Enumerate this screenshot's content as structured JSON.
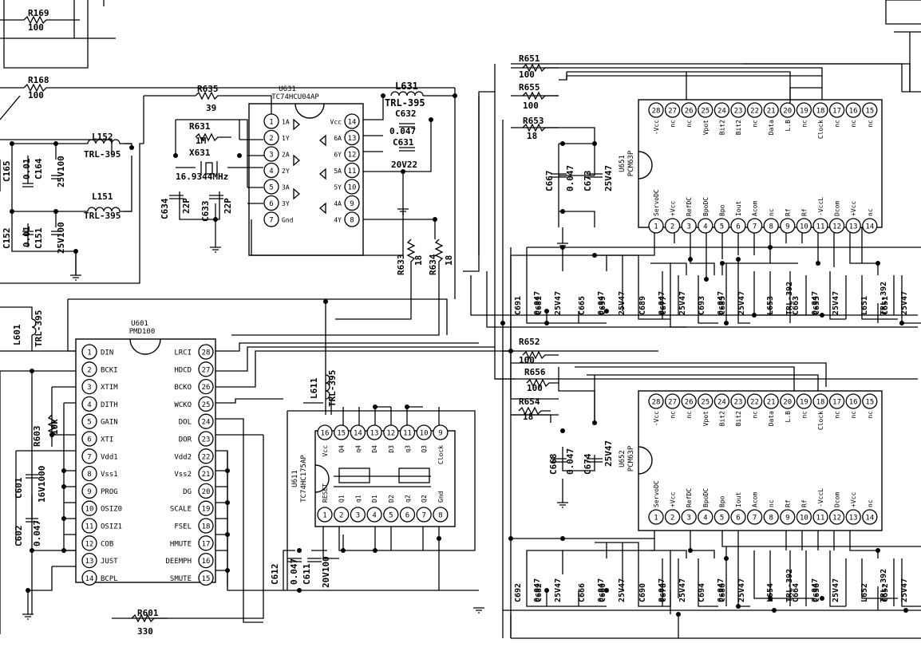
{
  "ic": {
    "u601": {
      "ref": "U601",
      "part": "PMD100",
      "left": [
        "DIN",
        "BCKI",
        "XTIM",
        "DITH",
        "GAIN",
        "XTI",
        "Vdd1",
        "Vss1",
        "PROG",
        "OSIZ0",
        "OSIZ1",
        "COB",
        "JUST",
        "BCPL"
      ],
      "right": [
        "LRCI",
        "HDCD",
        "BCKO",
        "WCKO",
        "DOL",
        "DOR",
        "Vdd2",
        "Vss2",
        "DG",
        "SCALE",
        "FSEL",
        "HMUTE",
        "DEEMPH",
        "SMUTE"
      ],
      "left_nums": [
        "1",
        "2",
        "3",
        "4",
        "5",
        "6",
        "7",
        "8",
        "9",
        "10",
        "11",
        "12",
        "13",
        "14"
      ],
      "right_nums": [
        "28",
        "27",
        "26",
        "25",
        "24",
        "23",
        "22",
        "21",
        "20",
        "19",
        "18",
        "17",
        "16",
        "15"
      ]
    },
    "u631": {
      "ref": "U631",
      "part": "TC74HCU04AP",
      "left": [
        "1A",
        "1Y",
        "2A",
        "2Y",
        "3A",
        "3Y",
        "Gnd"
      ],
      "right": [
        "Vcc",
        "6A",
        "6Y",
        "5A",
        "5Y",
        "4A",
        "4Y"
      ],
      "left_nums": [
        "1",
        "2",
        "3",
        "4",
        "5",
        "6",
        "7"
      ],
      "right_nums": [
        "14",
        "13",
        "12",
        "11",
        "10",
        "9",
        "8"
      ]
    },
    "u611": {
      "ref": "U611",
      "part": "TC74HC175AP",
      "top_nums": [
        "16",
        "15",
        "14",
        "13",
        "12",
        "11",
        "10",
        "9"
      ],
      "bot_nums": [
        "1",
        "2",
        "3",
        "4",
        "5",
        "6",
        "7",
        "8"
      ],
      "top_labels": [
        "Vcc",
        "Q4",
        "q4",
        "D4",
        "D3",
        "q3",
        "Q3",
        "Clock"
      ],
      "bot_labels": [
        "RESET",
        "Q1",
        "q1",
        "D1",
        "D2",
        "q2",
        "Q2",
        "Gnd"
      ]
    },
    "u651": {
      "ref": "U651",
      "part": "PCM63P",
      "top_nums": [
        "28",
        "27",
        "26",
        "25",
        "24",
        "23",
        "22",
        "21",
        "20",
        "19",
        "18",
        "17",
        "16",
        "15"
      ],
      "top_labels": [
        "-Vcc",
        "nc",
        "nc",
        "Vpot",
        "Bit2",
        "Bit2",
        "nc",
        "Data",
        "L.B",
        "nc",
        "Clock",
        "nc",
        "nc",
        "nc"
      ],
      "bot_nums": [
        "1",
        "2",
        "3",
        "4",
        "5",
        "6",
        "7",
        "8",
        "9",
        "10",
        "11",
        "12",
        "13",
        "14"
      ],
      "bot_labels": [
        "ServoDC",
        "+Vcc",
        "RefDC",
        "BpoDC",
        "Bpo",
        "Iout",
        "Acom",
        "nc",
        "Rf",
        "Rf",
        "-VccL",
        "Dcom",
        "+Vcc",
        "nc"
      ]
    },
    "u652": {
      "ref": "U652",
      "part": "PCM63P"
    }
  },
  "components": {
    "r169": {
      "ref": "R169",
      "val": "100"
    },
    "r168": {
      "ref": "R168",
      "val": "100"
    },
    "l152": {
      "ref": "L152",
      "val": "TRL-395"
    },
    "l151": {
      "ref": "L151",
      "val": "TRL-395"
    },
    "c165": {
      "ref": "C165",
      "val": "0.01"
    },
    "c164": {
      "ref": "C164",
      "val": "25V100"
    },
    "c152": {
      "ref": "C152",
      "val": "0.01"
    },
    "c151": {
      "ref": "C151",
      "val": "25V100"
    },
    "r635": {
      "ref": "R635",
      "val": "39"
    },
    "r631": {
      "ref": "R631",
      "val": "1M"
    },
    "x631": {
      "ref": "X631",
      "val": "16.9344MHz"
    },
    "c634": {
      "ref": "C634",
      "val": "22P"
    },
    "c633": {
      "ref": "C633",
      "val": "22P"
    },
    "l631": {
      "ref": "L631",
      "val": "TRL-395"
    },
    "c632": {
      "ref": "C632",
      "val": "0.047"
    },
    "c631": {
      "ref": "C631",
      "val": "20V22"
    },
    "r633": {
      "ref": "R633",
      "val": "18"
    },
    "r634": {
      "ref": "R634",
      "val": "18"
    },
    "r651": {
      "ref": "R651",
      "val": "100"
    },
    "r655": {
      "ref": "R655",
      "val": "100"
    },
    "r653": {
      "ref": "R653",
      "val": "18"
    },
    "c667": {
      "ref": "C667",
      "val": "0.047"
    },
    "c673": {
      "ref": "C673",
      "val": "25V47"
    },
    "r652": {
      "ref": "R652",
      "val": "100"
    },
    "r656": {
      "ref": "R656",
      "val": "100"
    },
    "r654": {
      "ref": "R654",
      "val": "18"
    },
    "c668": {
      "ref": "C668",
      "val": "0.047"
    },
    "c674": {
      "ref": "C674",
      "val": "25V47"
    },
    "l601": {
      "ref": "L601",
      "val": "TRL-395"
    },
    "l611": {
      "ref": "L611",
      "val": "TRL-395"
    },
    "r603": {
      "ref": "R603",
      "val": "10k"
    },
    "c601": {
      "ref": "C601",
      "val": "16V1000"
    },
    "c602": {
      "ref": "C602",
      "val": "0.047"
    },
    "r601": {
      "ref": "R601",
      "val": "330"
    },
    "c612": {
      "ref": "C612",
      "val": "0.047"
    },
    "c611": {
      "ref": "C611",
      "val": "20V100"
    }
  },
  "caps_top_row": [
    {
      "ref": "C691",
      "val": "0.047"
    },
    {
      "ref": "C681",
      "val": "25V47"
    },
    {
      "ref": "C665",
      "val": "0.047"
    },
    {
      "ref": "C659",
      "val": "25V47"
    },
    {
      "ref": "C689",
      "val": "0.047"
    },
    {
      "ref": "C677",
      "val": "25V47"
    },
    {
      "ref": "C693",
      "val": "0.047"
    },
    {
      "ref": "C685",
      "val": "25V47"
    },
    {
      "ref": "L653",
      "val": "TRL-392"
    },
    {
      "ref": "C663",
      "val": "0.047"
    },
    {
      "ref": "C655",
      "val": "25V47"
    },
    {
      "ref": "L651",
      "val": "TRL-392"
    },
    {
      "ref": "C651",
      "val": "25V47"
    }
  ],
  "caps_bot_row": [
    {
      "ref": "C692",
      "val": "0.047"
    },
    {
      "ref": "C682",
      "val": "25V47"
    },
    {
      "ref": "C666",
      "val": "0.047"
    },
    {
      "ref": "C660",
      "val": "25V47"
    },
    {
      "ref": "C690",
      "val": "0.047"
    },
    {
      "ref": "C678",
      "val": "25V47"
    },
    {
      "ref": "C694",
      "val": "0.047"
    },
    {
      "ref": "C686",
      "val": "25V47"
    },
    {
      "ref": "L654",
      "val": "TRL-392"
    },
    {
      "ref": "C664",
      "val": "0.047"
    },
    {
      "ref": "C656",
      "val": "25V47"
    },
    {
      "ref": "L652",
      "val": "TRL-392"
    },
    {
      "ref": "C652",
      "val": "25V47"
    }
  ]
}
